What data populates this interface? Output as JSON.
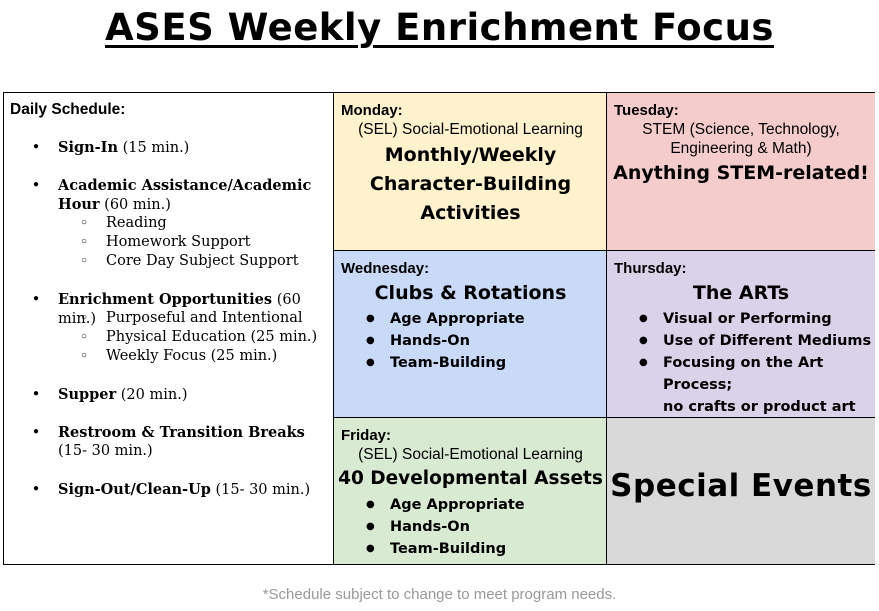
{
  "title": "ASES Weekly Enrichment Focus",
  "schedule": {
    "heading": "Daily Schedule:",
    "signin": {
      "label": "Sign-In",
      "time": "(15 min.)"
    },
    "academic": {
      "label1": "Academic Assistance/Academic",
      "label2": "Hour",
      "time": "(60 min.)",
      "subs": [
        "Reading",
        "Homework Support",
        "Core Day Subject Support"
      ]
    },
    "enrichment": {
      "label": "Enrichment Opportunities",
      "time": "(60 min.)",
      "subs": [
        "Purposeful and Intentional",
        "Physical Education (25 min.)",
        "Weekly Focus (25 min.)"
      ]
    },
    "supper": {
      "label": "Supper",
      "time": "(20 min.)"
    },
    "restroom": {
      "label": "Restroom & Transition Breaks",
      "time": "(15- 30 min.)"
    },
    "signout": {
      "label": "Sign-Out/Clean-Up",
      "time": "(15- 30 min.)"
    }
  },
  "monday": {
    "day": "Monday:",
    "sub": "(SEL) Social-Emotional Learning",
    "focus": [
      "Monthly/Weekly",
      "Character-Building",
      "Activities"
    ]
  },
  "tuesday": {
    "day": "Tuesday:",
    "sub": [
      "STEM (Science, Technology,",
      "Engineering & Math)"
    ],
    "focus": "Anything STEM-related!"
  },
  "wednesday": {
    "day": "Wednesday:",
    "focus": "Clubs & Rotations",
    "items": [
      "Age Appropriate",
      "Hands-On",
      "Team-Building"
    ]
  },
  "thursday": {
    "day": "Thursday:",
    "focus": "The ARTs",
    "items": [
      "Visual or Performing",
      "Use of Different Mediums",
      "Focusing on the Art Process;",
      "no crafts or product art"
    ]
  },
  "friday": {
    "day": "Friday:",
    "sub": "(SEL) Social-Emotional Learning",
    "focus": "40 Developmental Assets",
    "items": [
      "Age Appropriate",
      "Hands-On",
      "Team-Building"
    ]
  },
  "special": {
    "label": "Special Events"
  },
  "footer": "*Schedule subject to change to meet program needs."
}
